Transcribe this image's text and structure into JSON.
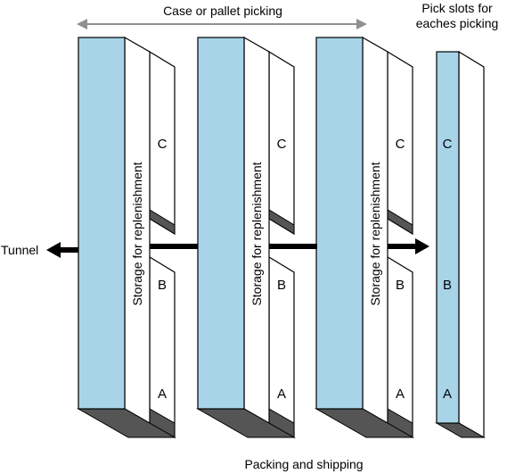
{
  "labels": {
    "case_pallet": "Case or pallet picking",
    "pick_slots_line1": "Pick slots for",
    "pick_slots_line2": "eaches picking",
    "tunnel": "Tunnel",
    "packing": "Packing and shipping"
  },
  "racks": [
    {
      "storage_label": "Storage for replenishment",
      "zones": [
        "C",
        "B",
        "A"
      ]
    },
    {
      "storage_label": "Storage for replenishment",
      "zones": [
        "C",
        "B",
        "A"
      ]
    },
    {
      "storage_label": "Storage for replenishment",
      "zones": [
        "C",
        "B",
        "A"
      ]
    }
  ],
  "pick_slot_zones": [
    "C",
    "B",
    "A"
  ],
  "colors": {
    "rack_fill": "#a8d4e8",
    "shadow": "#505050",
    "arrow": "#000000",
    "top_arrow": "#909090"
  }
}
